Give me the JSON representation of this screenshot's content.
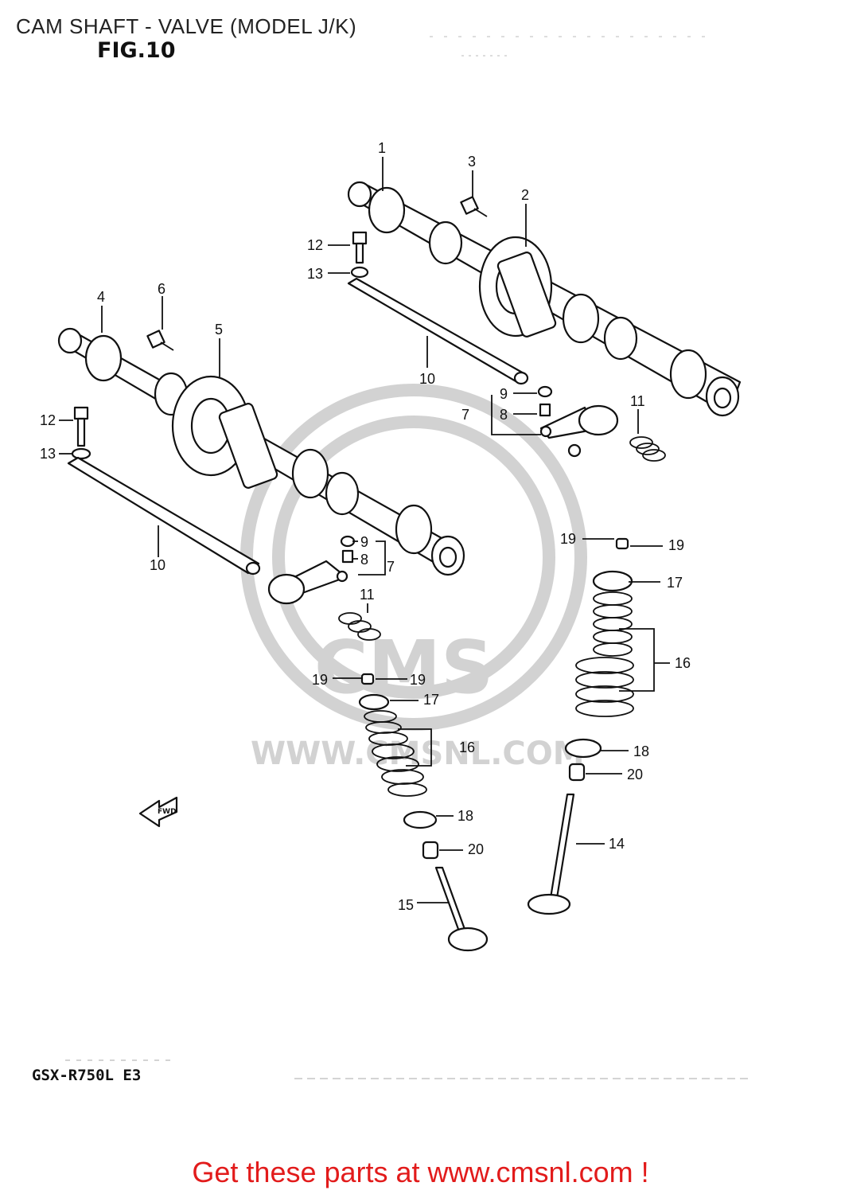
{
  "title": "CAM SHAFT - VALVE (MODEL J/K)",
  "figure_label": "FIG.10",
  "model_code": "GSX-R750L E3",
  "cta": "Get these parts at www.cmsnl.com !",
  "watermark": {
    "logo_text": "CMS",
    "url_text": "WWW.CMSNL.COM"
  },
  "fwd_label": "FWD",
  "callouts": [
    "1",
    "2",
    "3",
    "4",
    "5",
    "6",
    "7",
    "7",
    "8",
    "8",
    "9",
    "9",
    "10",
    "10",
    "11",
    "11",
    "12",
    "12",
    "13",
    "13",
    "14",
    "15",
    "16",
    "16",
    "17",
    "17",
    "18",
    "18",
    "19",
    "19",
    "19",
    "19",
    "20",
    "20"
  ],
  "colors": {
    "cta": "#e21b1b",
    "ink": "#111111",
    "watermark": "#d2d2d2"
  }
}
